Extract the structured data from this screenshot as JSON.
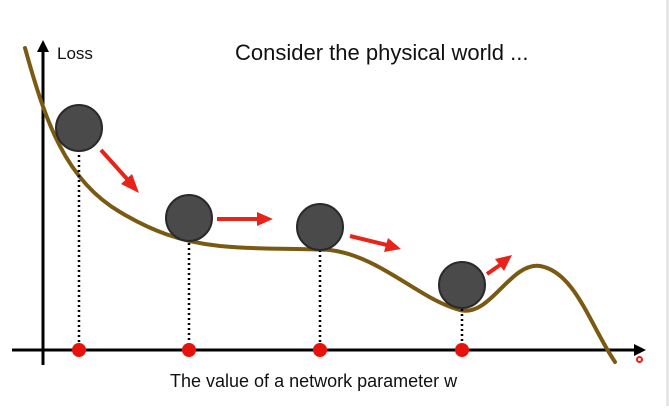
{
  "title": "Consider the physical world ...",
  "axes": {
    "y_label": "Loss",
    "x_label": "The value of a network parameter w"
  },
  "colors": {
    "curve": "#7a5a12",
    "ball": "#4a4a4a",
    "ball_stroke": "#2a2a2a",
    "arrow": "#e8231a",
    "marker": "#e8120c",
    "axis": "#000000"
  },
  "balls": [
    {
      "name": "ball-1",
      "arrow": "down-right"
    },
    {
      "name": "ball-2",
      "arrow": "right"
    },
    {
      "name": "ball-3",
      "arrow": "right-slightly-down"
    },
    {
      "name": "ball-4",
      "arrow": "up-right"
    }
  ]
}
